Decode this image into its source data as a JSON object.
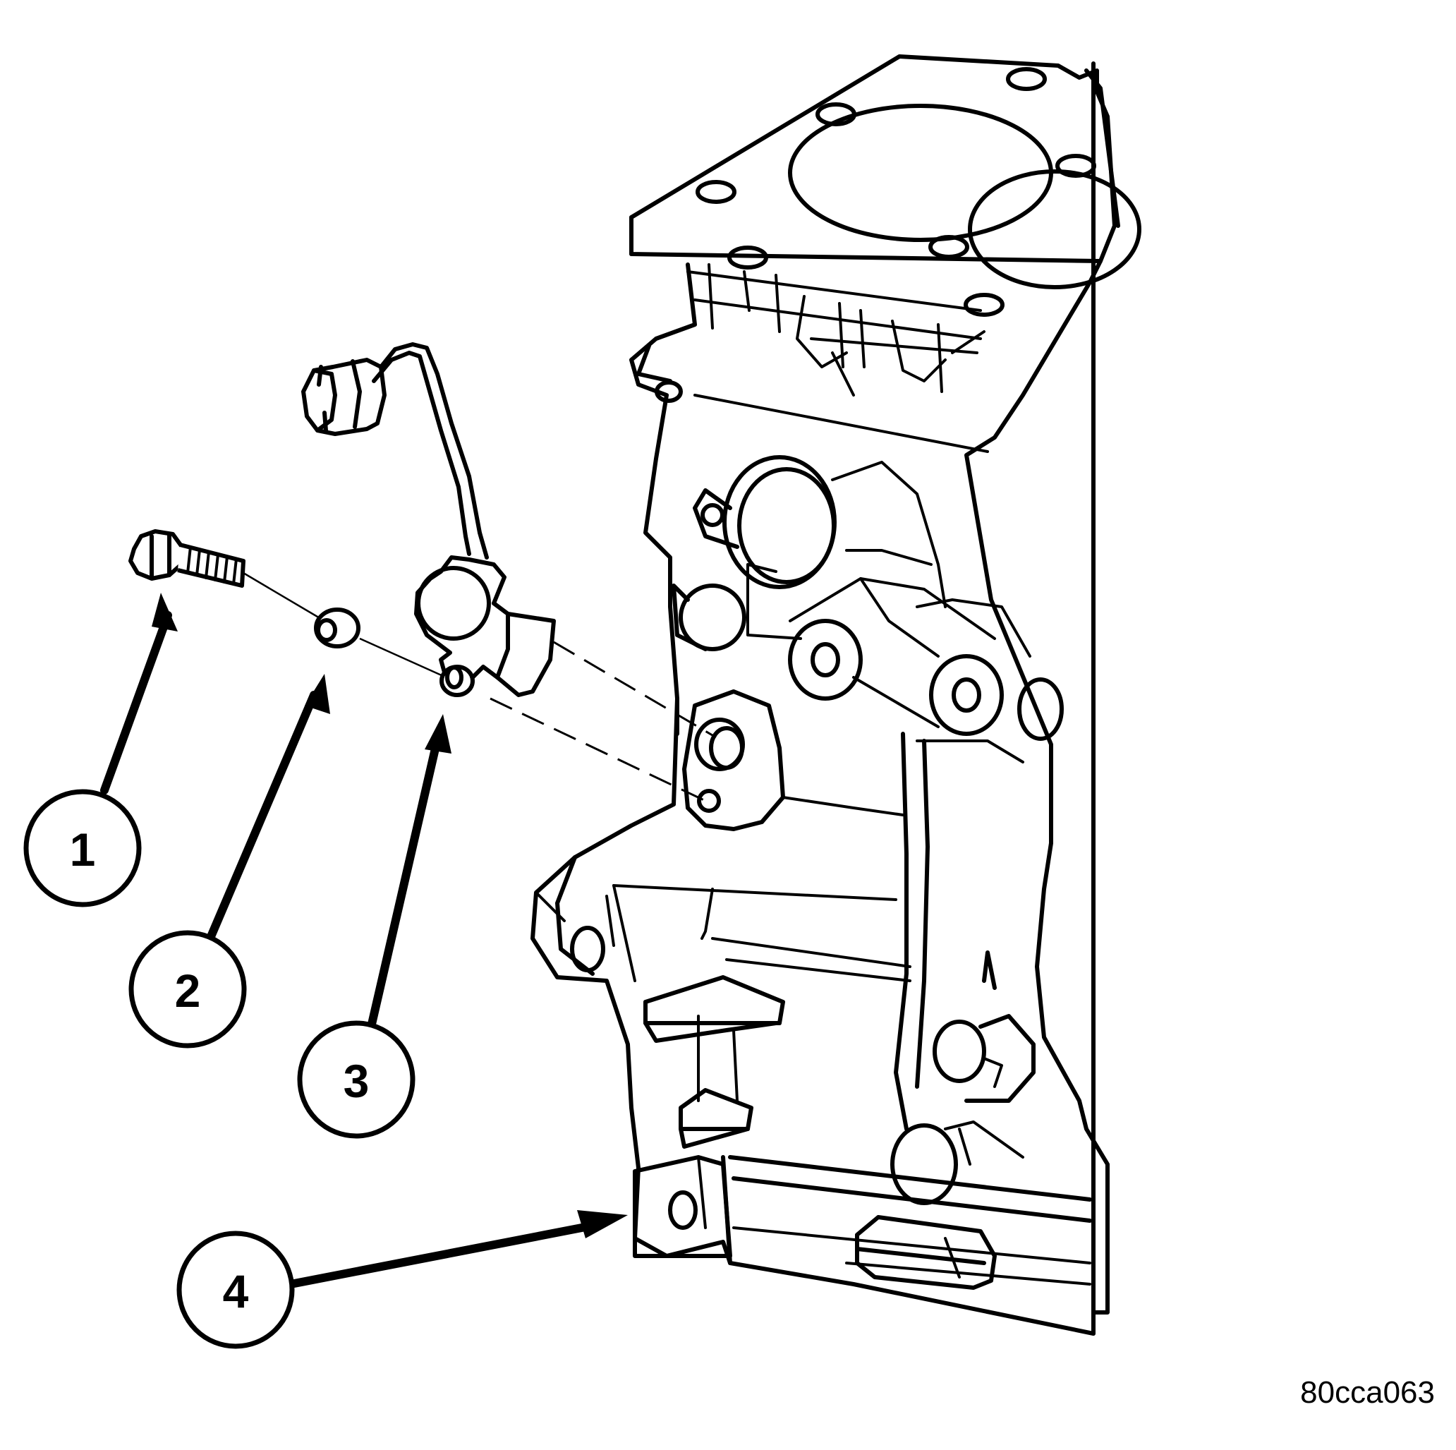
{
  "callouts": [
    {
      "id": "1",
      "label": "1"
    },
    {
      "id": "2",
      "label": "2"
    },
    {
      "id": "3",
      "label": "3"
    },
    {
      "id": "4",
      "label": "4"
    }
  ],
  "figure_code": "80cca063",
  "colors": {
    "line": "#000000",
    "background": "#ffffff"
  }
}
